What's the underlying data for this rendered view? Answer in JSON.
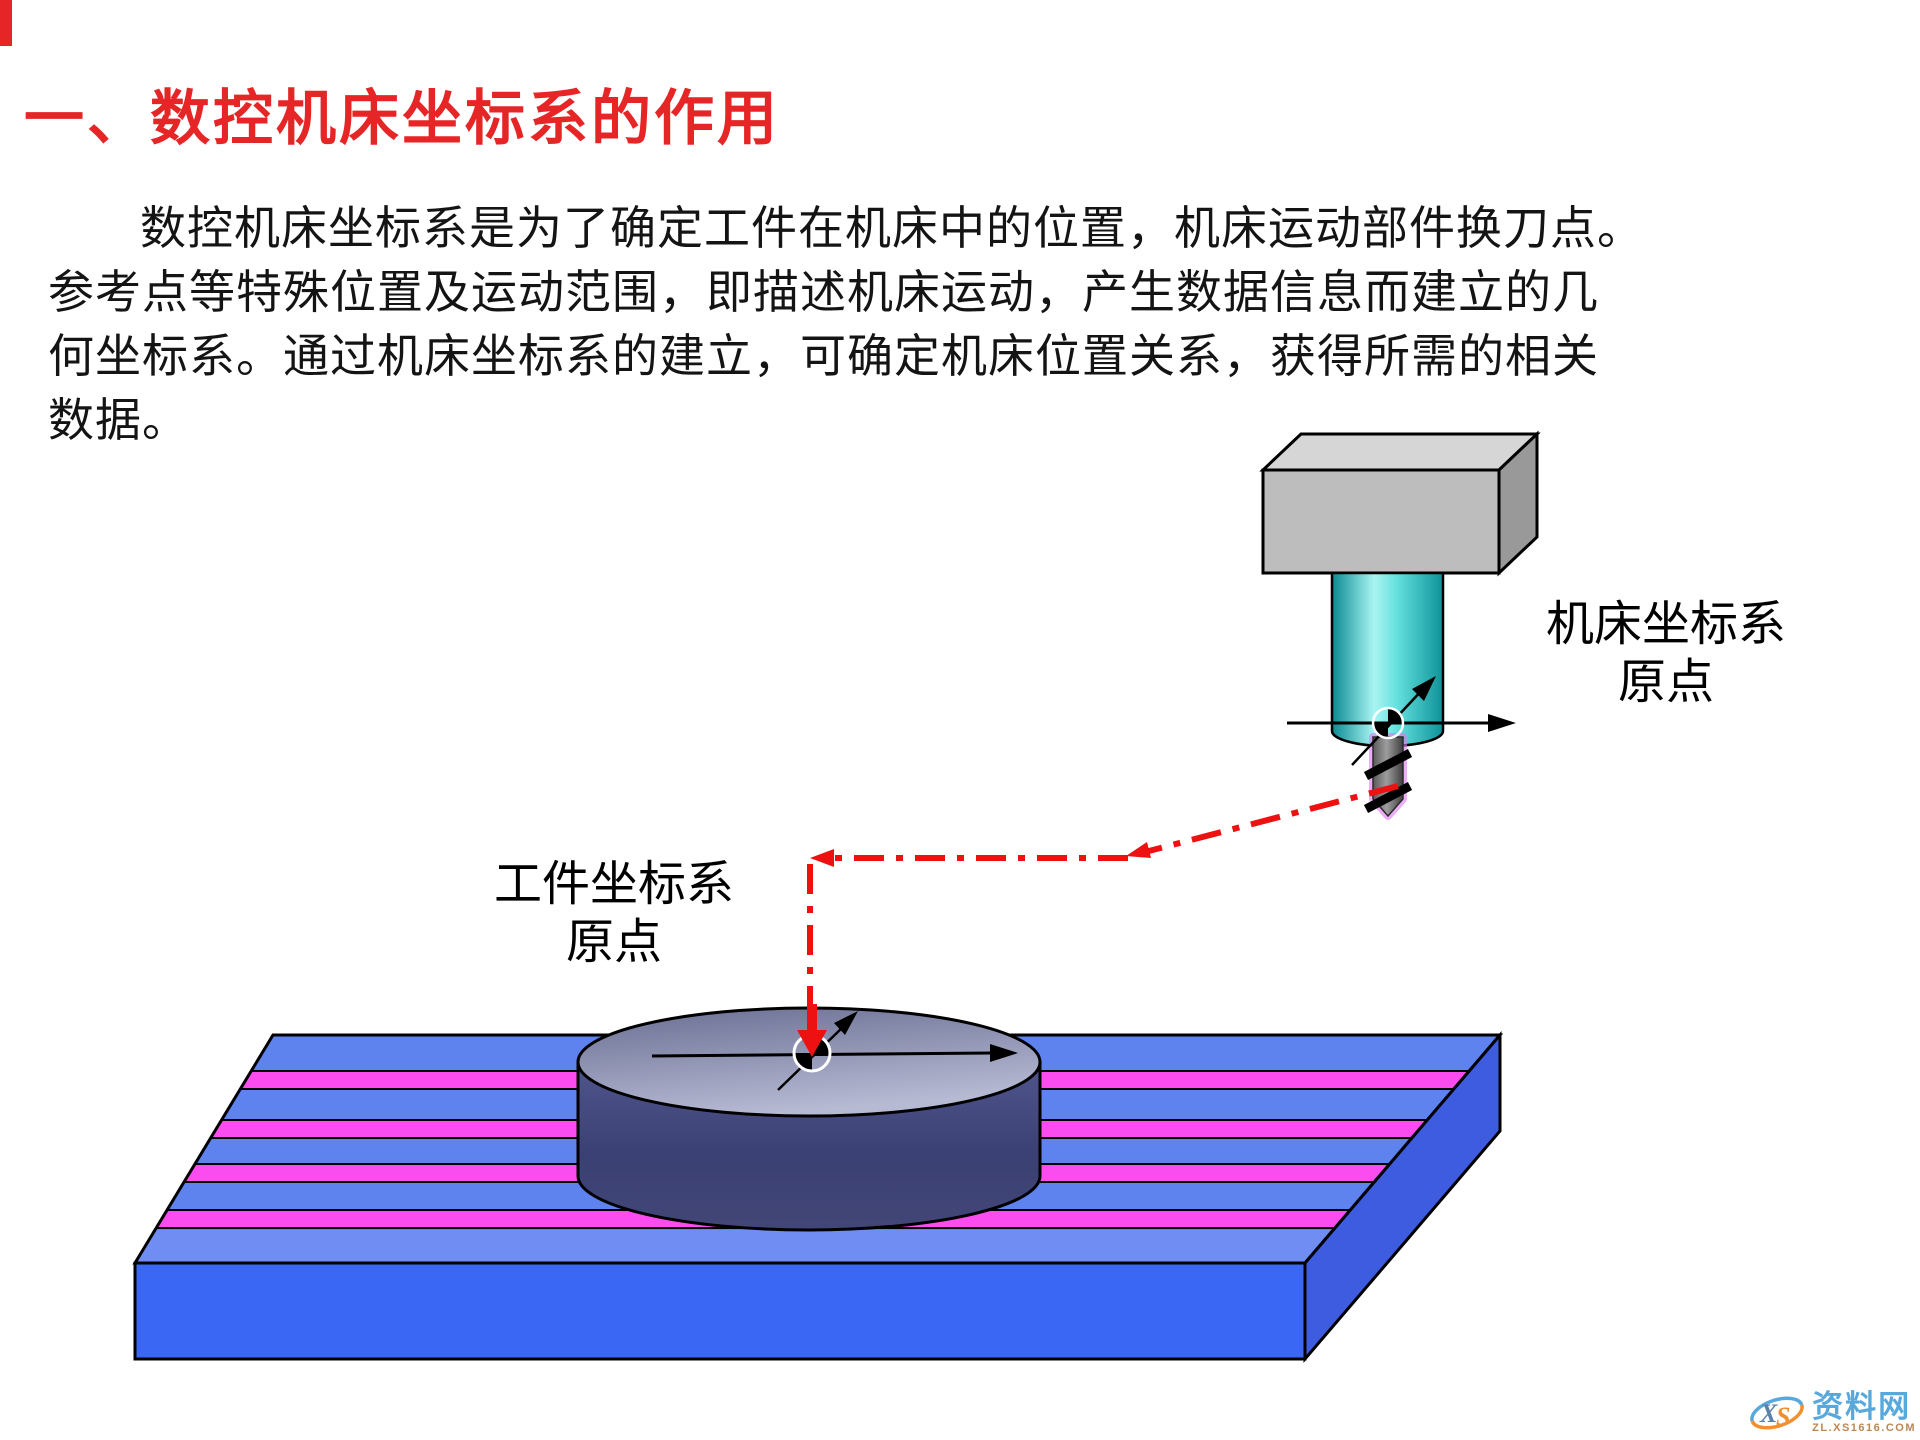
{
  "title": {
    "text": "一、数控机床坐标系的作用"
  },
  "paragraph": {
    "lines": [
      "数控机床坐标系是为了确定工件在机床中的位置，机床运动部件换刀点。",
      "参考点等特殊位置及运动范围，即描述机床运动，产生数据信息而建立的几",
      "何坐标系。通过机床坐标系的建立，可确定机床位置关系，获得所需的相关",
      "数据。"
    ]
  },
  "diagram": {
    "machine_origin_label": {
      "line1": "机床坐标系",
      "line2": "原点"
    },
    "workpiece_origin_label": {
      "line1": "工件坐标系",
      "line2": "原点"
    }
  },
  "watermark": {
    "logo_x": "X",
    "logo_s": "S",
    "site_name": "资料网",
    "site_url": "ZL.XS1616.COM"
  },
  "colors": {
    "accent-red": "#e62626",
    "path-red": "#ee1111",
    "table-front": "#3a68f5",
    "table-side": "#3d5ce0",
    "table-top": "#5e82ee",
    "table-top-near": "#6f8df2",
    "stripe-magenta": "#fb4cf0",
    "box-front": "#bdbdbd",
    "box-top": "#d6d6d6",
    "box-right": "#999999",
    "drill-glow": "#dd77ee",
    "watermark-blue": "#58a8dc",
    "watermark-orange": "#f09030",
    "watermark-url": "#bb8855"
  }
}
